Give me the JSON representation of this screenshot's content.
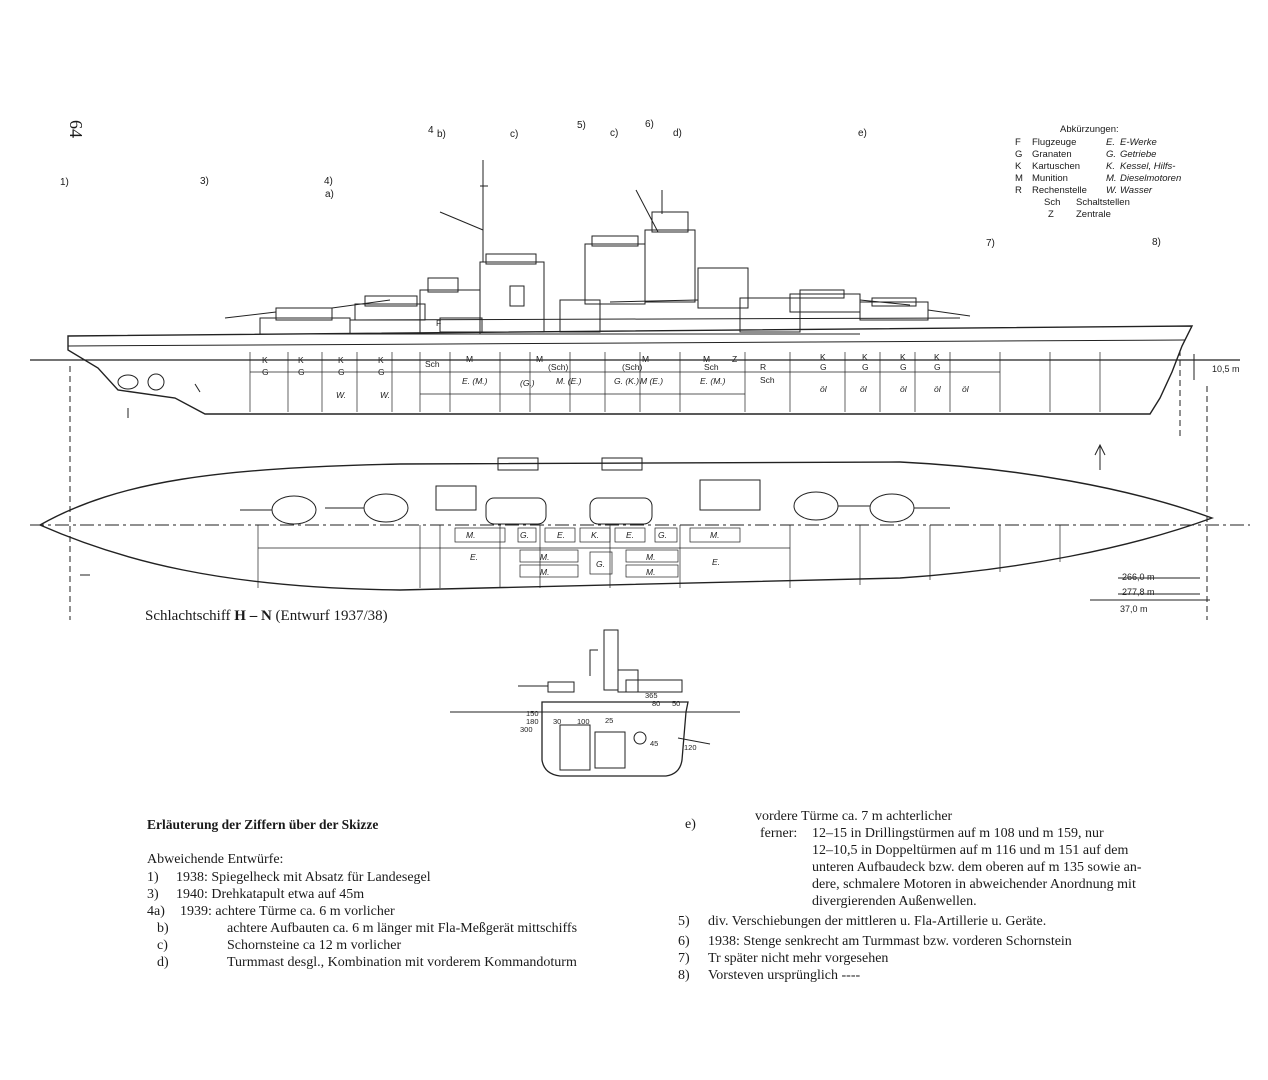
{
  "page_number": "64",
  "markers": {
    "m1": "1)",
    "m3": "3)",
    "m4": "4)",
    "m4a": "a)",
    "m4b_num": "4",
    "m4b": "b)",
    "mc1": "c)",
    "m5": "5)",
    "mc2": "c)",
    "m6": "6)",
    "md": "d)",
    "me": "e)",
    "m7": "7)",
    "m8": "8)"
  },
  "abbreviations": {
    "title": "Abkürzungen:",
    "rows": [
      {
        "k1": "F",
        "v1": "Flugzeuge",
        "k2": "E.",
        "v2": "E-Werke"
      },
      {
        "k1": "G",
        "v1": "Granaten",
        "k2": "G.",
        "v2": "Getriebe"
      },
      {
        "k1": "K",
        "v1": "Kartuschen",
        "k2": "K.",
        "v2": "Kessel, Hilfs-"
      },
      {
        "k1": "M",
        "v1": "Munition",
        "k2": "M.",
        "v2": "Dieselmotoren"
      },
      {
        "k1": "R",
        "v1": "Rechenstelle",
        "k2": "W.",
        "v2": "Wasser"
      }
    ],
    "sch": {
      "k": "Sch",
      "v": "Schaltstellen"
    },
    "z": {
      "k": "Z",
      "v": "Zentrale"
    }
  },
  "profile_labels": {
    "k": "K",
    "g": "G",
    "m": "M",
    "sch": "Sch",
    "r": "R",
    "z": "Z",
    "f": "F",
    "em1": "E. (M.)",
    "g_paren": "(G.)",
    "m_e": "M. (E.)",
    "g_k": "G. (K.)",
    "m_e2": "M (E.)",
    "e_m": "E. (M.)",
    "sch_paren": "(Sch)",
    "w": "W.",
    "ol": "öl"
  },
  "dimensions": {
    "draft": "10,5 m",
    "l1": "266,0 m",
    "l2": "277,8 m",
    "beam": "37,0 m"
  },
  "plan_labels": {
    "m": "M.",
    "g": "G.",
    "e": "E.",
    "k": "K."
  },
  "section_numbers": {
    "n365": "365",
    "n80": "80",
    "n50": "50",
    "n150": "150",
    "n180": "180",
    "n300": "300",
    "n30": "30",
    "n100": "100",
    "n25": "25",
    "n45": "45",
    "n120": "120"
  },
  "caption": {
    "prefix": "Schlachtschiff ",
    "bold": "H – N",
    "suffix": " (Entwurf 1937/38)"
  },
  "legend": {
    "heading": "Erläuterung der Ziffern über der Skizze",
    "intro": "Abweichende Entwürfe:",
    "left": [
      {
        "num": "1)",
        "text": "1938:  Spiegelheck mit Absatz für Landesegel"
      },
      {
        "num": "3)",
        "text": "1940:  Drehkatapult etwa auf 45m"
      },
      {
        "num": "4a)",
        "text": "1939:  achtere Türme ca. 6 m vorlicher"
      },
      {
        "num": "b)",
        "text": "achtere Aufbauten ca. 6 m länger mit Fla-Meßgerät mittschiffs"
      },
      {
        "num": "c)",
        "text": "Schornsteine ca 12 m vorlicher"
      },
      {
        "num": "d)",
        "text": "Turmmast desgl., Kombination mit vorderem Kommandoturm"
      }
    ],
    "e_num": "e)",
    "e_line1": "vordere Türme ca. 7 m achterlicher",
    "e_ferner": "ferner:",
    "e_lines": [
      "12–15 in Drillingstürmen auf m 108 und m 159, nur",
      "12–10,5 in Doppeltürmen auf m 116 und m 151 auf dem",
      "unteren Aufbaudeck bzw. dem oberen auf m 135 sowie an-",
      "dere, schmalere Motoren in abweichender Anordnung mit",
      "divergierenden Außenwellen."
    ],
    "right": [
      {
        "num": "5)",
        "text": "div. Verschiebungen der mittleren u. Fla-Artillerie u. Geräte."
      },
      {
        "num": "6)",
        "text": "1938: Stenge senkrecht am Turmmast bzw. vorderen Schornstein"
      },
      {
        "num": "7)",
        "text": "Tr später nicht mehr vorgesehen"
      },
      {
        "num": "8)",
        "text": "Vorsteven ursprünglich ----"
      }
    ]
  }
}
